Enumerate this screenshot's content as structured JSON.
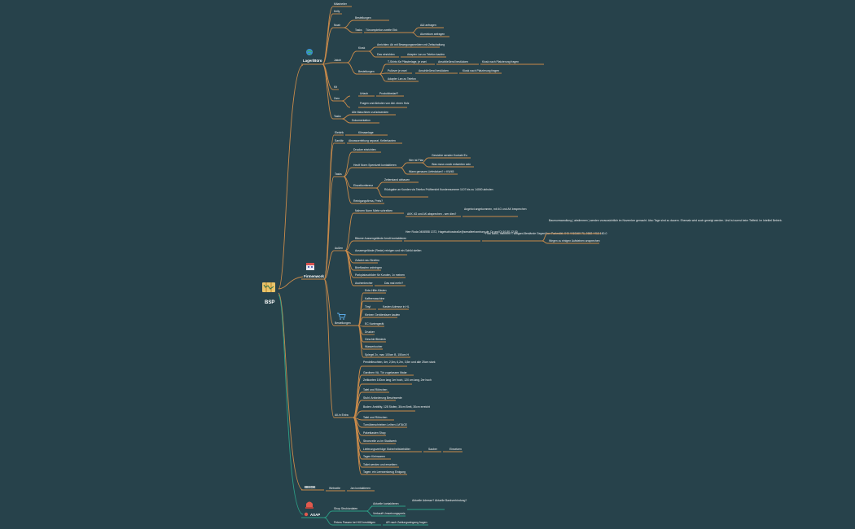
{
  "root": {
    "label": "BSP"
  },
  "colors": {
    "background": "#27424b",
    "orange_branch": "#c98a4a",
    "teal_branch": "#2c9e86",
    "text": "#f2f2f2"
  },
  "icons": {
    "root": "map-icon",
    "lager": "globe-icon",
    "firmenwork": "calendar-icon",
    "bestellungen": "cart-icon",
    "asap": "alarm-icon"
  },
  "branches": {
    "lager": "Lager/Büro",
    "firmenwork": "Firmenwork",
    "beide": "BEIDE",
    "asap": "ASAP"
  },
  "lager": {
    "mitarbeiter": "Mitarbeiter",
    "kelly": "Kelly",
    "nash": "Noah",
    "nash_items": [
      "Bestellungen"
    ],
    "tasks": "Tasks",
    "tasks_sub": "Türcompletion zweite Ebk",
    "tasks_leaves": [
      "A&I anfragen",
      "Aluminium anfragen"
    ],
    "jakob": "Jakob",
    "jakob_items": [
      "Anrichten: Ab mit Bewegungsmeldern mit Zeitschaltung"
    ],
    "kiosk": "Kiosk",
    "kiosk_items": [
      "Das einrichten",
      "Adapter Lan zu Telefon kaufen"
    ],
    "bestellungen2": "Bestellungen",
    "best2_items": [
      "T-Shirts für Pflasterlage, je zwei",
      "Pullover je zwei",
      "Adapter Lan zu Telefon"
    ],
    "best2_mid": [
      "Anschließend bestücken",
      "Anschließend bestücken"
    ],
    "best2_right": [
      "Kiosk nach Platzierung fragen",
      "Kiosk nach Platzierung fragen"
    ],
    "kit": "Kit",
    "zaro": "Zaro",
    "zaro_items": [
      "Urlaub",
      "Fragen und Abholen von Akt. einen Holz"
    ],
    "zaro_right": "Produktbedarf?",
    "tasks2": "Tasks",
    "tasks2_items": [
      "Alle Maschinen zurücksenden",
      "Dokumentation"
    ]
  },
  "firmenwork": {
    "eleletn": "Elektrik",
    "eleletn_val": "Klimaanlage",
    "sanitar": "Sanitär",
    "sanitar_val": "Abwasserleitung separat, Kellerkanten",
    "tasks": "Tasks",
    "tasks_items": [
      "Drucker einrichten",
      "Heuft Norm Speedzeit kontaktieren",
      "Einzelkonferenz",
      "Reinigungsfirma, Preis?"
    ],
    "heuft_sub": [
      "Wer ist Plan",
      "Wann genaues Liefedatum? > KW45"
    ],
    "wer_leaves": [
      "Gewichte senden Kontakt Eu",
      "Was muss vorab entwerten sein"
    ],
    "einzel_leaves": [
      "Zeiterstand abbauen",
      "Rückgabe an Kunden via Telefon Prüfbericht Kundennummer 1107 bis zu 14000 abholen"
    ],
    "au": "Außen",
    "au_items": [
      "Nahnen Norm Miete schreiben",
      "Bäume Aussengelände Arndt kontaktieren",
      "Aussengelände (Reste) reinigen und ein Schild stellen",
      "Zufahrt neu Streifen",
      "Briefkasten anbringen",
      "Parkplatzschilder für Kunden, 1x meinen",
      "Aschenbecher"
    ],
    "au_mid": [
      "AKK 4G und AK absprechen - wer dies?",
      "Herr Roda 0406558 1372, Hagelschlosstraße@seealleehamburg.de, Dr und Di 10:30-12:30",
      "Das mal mehr?"
    ],
    "au_right": [
      "Angebot angekommen, mit 4G und AK besprechen",
      "Frau Bartz, meinthrn < wittgard-Bestände Gegenüber Parkmöbl. 040 4410160-71, 0152 4413 160-0"
    ],
    "au_far": [
      "Baumumwandlung ( abstimmen ) werden voraussichtlich im November gemacht. Also Tage sind zu dauern. Ehemals wird auch gezeigt werden. Und ist zuerst beim Teilfeld. Im Intelitel Betrieb.",
      "Wegen zu einigen Aufsteinen ansprechen"
    ],
    "bestellungen": "Bestellungen",
    "best_items": [
      "Ente-Hilfe-Kästen",
      "Kaffeemaschine",
      "Tinyl",
      "Kleinen Gerätenfazer kaufen",
      "EC Kartengerät",
      "Drucker",
      "Geschirr/Besteck",
      "Wasserkocher",
      "Spiegel 2x, max 100cm B, 150cm H"
    ],
    "tinyl_val": "Kasten Adresse in HL",
    "all": "All-In Extra",
    "all_items": [
      "Pendelleuchten, 4er, 2,5m, 6,2m, 3,5m und alle 25cm stark",
      "Gardinen VA, Tür zugelassen Malar",
      "Zeitkonten 100cm lang 1er hoch, 120 cm lang, 2er hoch",
      "Tafel und Röhrchen",
      "Stuhl: Anforderung Beschwerde",
      "Boden: Ambility, 128 Stufen, 30cm Breit, 30cm erreicht",
      "Tafel und Röhrchen",
      "Turnüberschrieben Leihen LMTACE",
      "Paketkasten Shop",
      "Stromzeile zu im Stadtwerk",
      "Lieferungsverfolge Sicherheitsbehälter",
      "Tagen Kleinwaren",
      "Toilet werden und erweitern",
      "Tagen: ein Lernwerkzeug Einigung"
    ],
    "liefer_right": [
      "Sauber",
      "Einsetzen"
    ]
  },
  "beide": {
    "website": "Webseite",
    "website_val": "Jan kontaktieren"
  },
  "asap": {
    "shop": "Shop Strukturdaten",
    "shop_items": [
      "Aktuelle kontaktieren",
      "Verkauft Umsetzungspreis"
    ],
    "shop_right": "Aktuelle Adresse? Aktuelle Bankverbindung?",
    "peter": "Peters Passen bei HIG bestätigen",
    "peter_val": "AR nach Zahlungseingang fragen"
  }
}
